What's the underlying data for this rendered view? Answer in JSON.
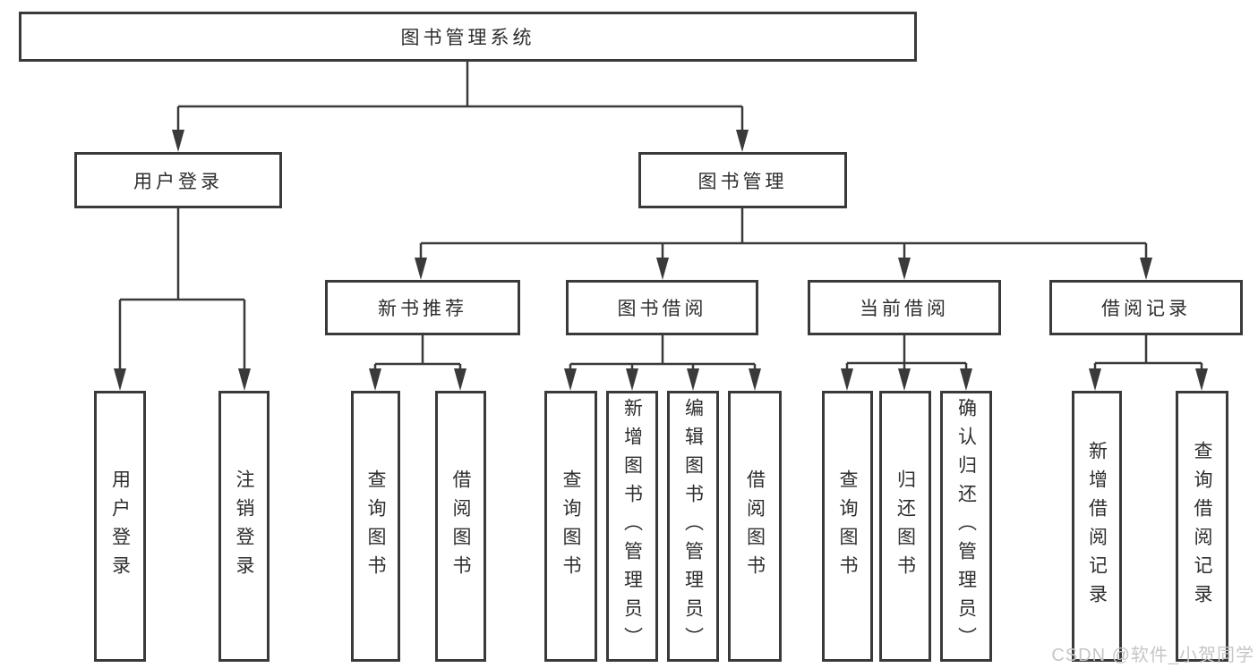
{
  "diagram": {
    "root": {
      "label": "图书管理系统"
    },
    "branches": [
      {
        "label": "用户登录",
        "children": [
          {
            "label": "用户登录"
          },
          {
            "label": "注销登录"
          }
        ]
      },
      {
        "label": "图书管理",
        "children": [
          {
            "label": "新书推荐",
            "children": [
              {
                "label": "查询图书"
              },
              {
                "label": "借阅图书"
              }
            ]
          },
          {
            "label": "图书借阅",
            "children": [
              {
                "label": "查询图书"
              },
              {
                "label": "新增图书（管理员）"
              },
              {
                "label": "编辑图书（管理员）"
              },
              {
                "label": "借阅图书"
              }
            ]
          },
          {
            "label": "当前借阅",
            "children": [
              {
                "label": "查询图书"
              },
              {
                "label": "归还图书"
              },
              {
                "label": "确认归还（管理员）"
              }
            ]
          },
          {
            "label": "借阅记录",
            "children": [
              {
                "label": "新增借阅记录"
              },
              {
                "label": "查询借阅记录"
              }
            ]
          }
        ]
      }
    ]
  },
  "watermark": {
    "text": "CSDN @软件_小贺同学"
  },
  "colors": {
    "line": "#3a3a3a",
    "text": "#2e2e2e",
    "watermark": "#c6c6c6",
    "background": "#ffffff"
  }
}
